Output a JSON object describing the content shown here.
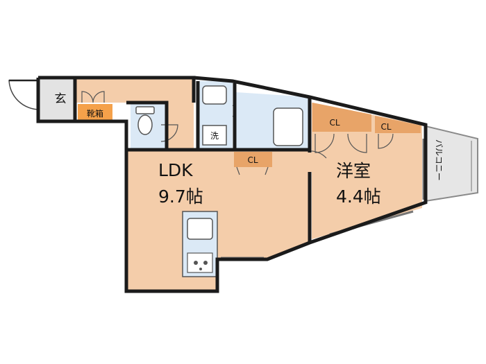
{
  "floorplan": {
    "rooms": {
      "ldk": {
        "name": "LDK",
        "size": "9.7帖"
      },
      "bedroom": {
        "name": "洋室",
        "size": "4.4帖"
      }
    },
    "labels": {
      "entrance": "玄",
      "shoe_box": "靴箱",
      "washer": "洗",
      "closet_ldk": "CL",
      "closet_bedroom_large": "CL",
      "closet_bedroom_small": "CL",
      "balcony": "バルコニー"
    },
    "colors": {
      "floor": "#f4cdaa",
      "entrance": "#e3e3e3",
      "wet_area": "#dbe9f6",
      "closet": "#e8a468",
      "shoe_box": "#f5a14a",
      "balcony": "#e6e6e6",
      "wall": "#1b1b1b"
    }
  }
}
